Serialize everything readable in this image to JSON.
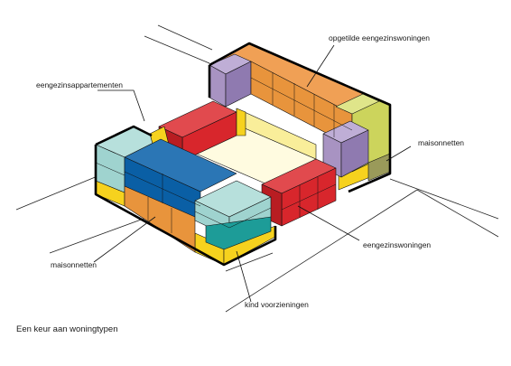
{
  "labels": {
    "opgetilde": "opgetilde eengezinswoningen",
    "appartementen": "eengezinsappartementen",
    "maisonnetten_right": "maisonnetten",
    "maisonnetten_left": "maisonnetten",
    "eengezinswoningen": "eengezinswoningen",
    "kind": "kind voorzieningen"
  },
  "caption": "Een keur aan woningtypen",
  "colors": {
    "orange": "#e8943c",
    "red": "#d8262c",
    "blue": "#0a5fa5",
    "teal": "#9fd3cf",
    "teal_dark": "#1d9c98",
    "yellow": "#f6d21e",
    "lilac": "#a893c2",
    "lime": "#ccd45c",
    "olive": "#9a9a5a",
    "courtyard": "#fffbe0",
    "outline": "#000000"
  }
}
